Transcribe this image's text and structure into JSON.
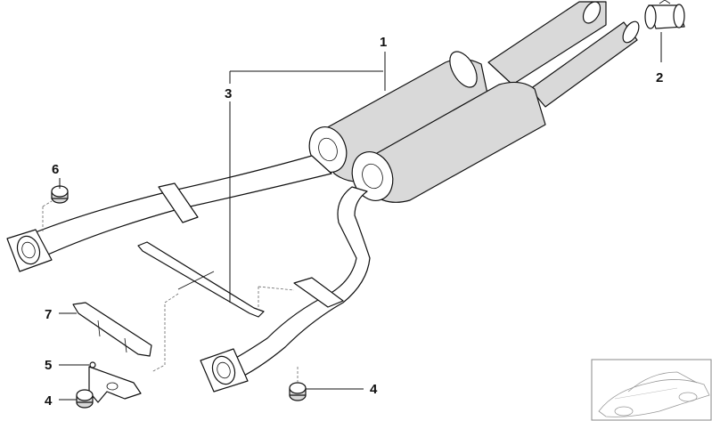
{
  "callouts": [
    {
      "id": "1",
      "label": "1"
    },
    {
      "id": "2",
      "label": "2"
    },
    {
      "id": "3",
      "label": "3"
    },
    {
      "id": "4a",
      "label": "4"
    },
    {
      "id": "4b",
      "label": "4"
    },
    {
      "id": "5",
      "label": "5"
    },
    {
      "id": "6",
      "label": "6"
    },
    {
      "id": "7",
      "label": "7"
    }
  ],
  "colors": {
    "line": "#111111",
    "fill": "#ffffff",
    "shade": "#d9d9d9",
    "background": "#ffffff"
  },
  "icons": [
    "car-thumbnail-icon"
  ]
}
